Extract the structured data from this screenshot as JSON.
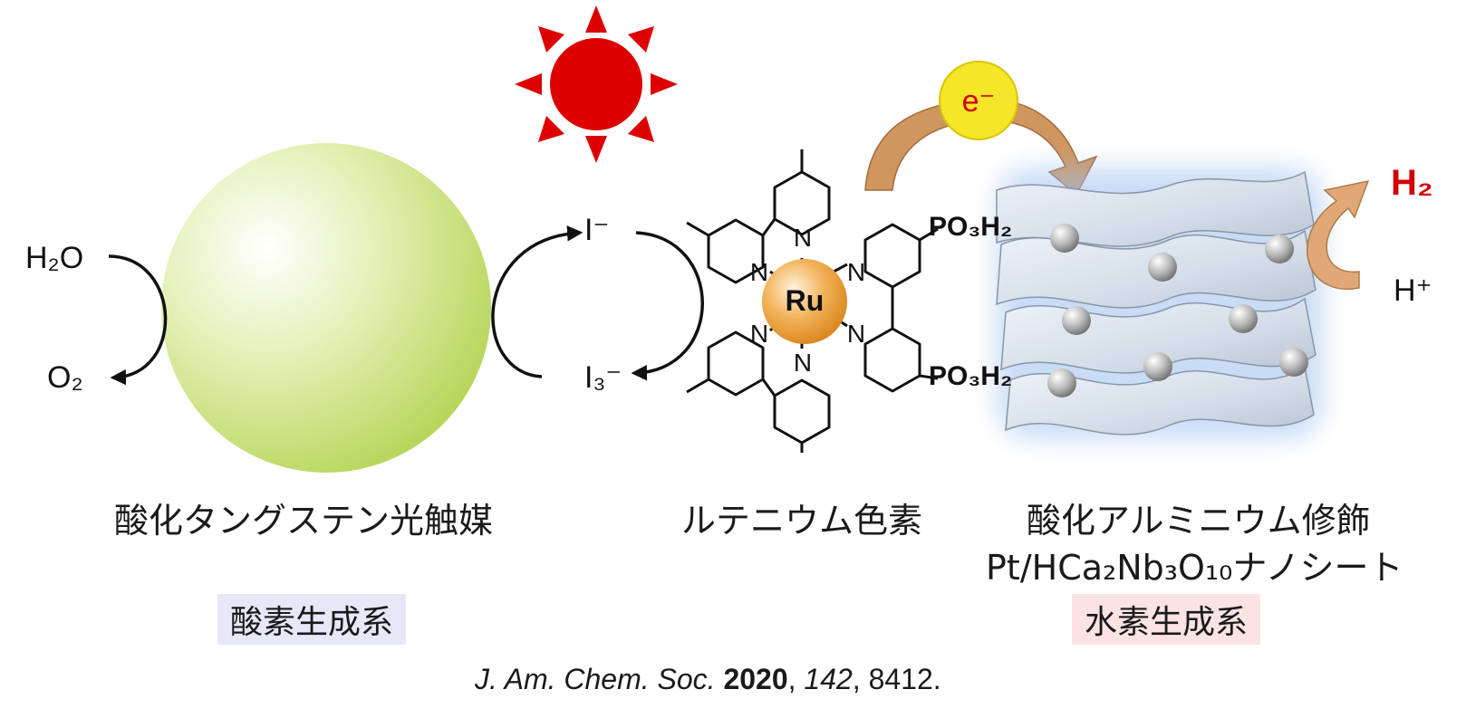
{
  "colors": {
    "sun": "#dd0000",
    "catalyst_green": "#c8e07a",
    "ru_orange": "#e8961e",
    "electron_yellow": "#f5e62a",
    "arrow_brown": "#c98a50",
    "h2_red": "#d00000",
    "o2_badge_bg": "#e6e8f8",
    "h2_badge_bg": "#fbe3e3"
  },
  "icons": [
    "sun-icon",
    "electron-icon",
    "tungsten-oxide-sphere",
    "ruthenium-dye-structure",
    "nanosheet-stack"
  ],
  "oxygen_side": {
    "water": "H₂O",
    "oxygen": "O₂",
    "catalyst_label": "酸化タングステン光触媒",
    "system_badge": "酸素生成系"
  },
  "mediator": {
    "iodide": "I⁻",
    "triiodide": "I₃⁻"
  },
  "dye": {
    "metal": "Ru",
    "nitrogen": "N",
    "anchor_top": "PO₃H₂",
    "anchor_bottom": "PO₃H₂",
    "label": "ルテニウム色素"
  },
  "hydrogen_side": {
    "electron": "e⁻",
    "product": "H₂",
    "proton": "H⁺",
    "label_line1": "酸化アルミニウム修飾",
    "label_line2": "Pt/HCa₂Nb₃O₁₀ナノシート",
    "system_badge": "水素生成系"
  },
  "citation": {
    "journal": "J. Am. Chem. Soc.",
    "year": "2020",
    "volume": "142",
    "page": "8412.",
    "sep1": " ",
    "sep2": ", ",
    "sep3": ", "
  }
}
